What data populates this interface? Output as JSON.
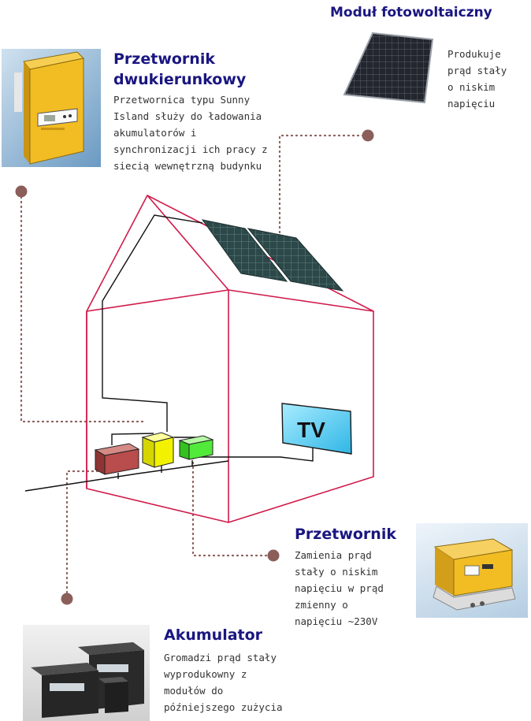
{
  "colors": {
    "heading": "#1a1680",
    "house_outline": "#d01a4a",
    "connector_dots": "#8b5e5a",
    "wire": "#111111",
    "tv_screen": "#4fd0f0",
    "panel": "#2c4848",
    "battery": "#b94c4c",
    "converter_bidirectional": "#f2f200",
    "inverter": "#52ea3a"
  },
  "icons": [
    "photovoltaic-panel-icon",
    "bidirectional-inverter-icon",
    "inverter-icon",
    "battery-icon",
    "tv-icon"
  ],
  "module": {
    "title": "Moduł fotowoltaiczny",
    "desc": [
      "Produkuje",
      "prąd stały",
      "o niskim",
      "napięciu"
    ]
  },
  "bidirectional": {
    "title": [
      "Przetwornik",
      "dwukierunkowy"
    ],
    "desc": [
      "Przetwornica typu Sunny",
      "Island służy do ładowania",
      "akumulatorów i",
      "synchronizacji ich pracy z",
      "siecią wewnętrzną budynku"
    ]
  },
  "inverter": {
    "title": "Przetwornik",
    "desc": [
      "Zamienia prąd",
      "stały o niskim",
      "napięciu w prąd",
      "zmienny o",
      "napięciu ~230V"
    ]
  },
  "battery": {
    "title": "Akumulator",
    "desc": [
      "Gromadzi prąd stały",
      "wyprodukowny z",
      "modułów do",
      "późniejszego zużycia"
    ]
  },
  "tv_label": "TV"
}
